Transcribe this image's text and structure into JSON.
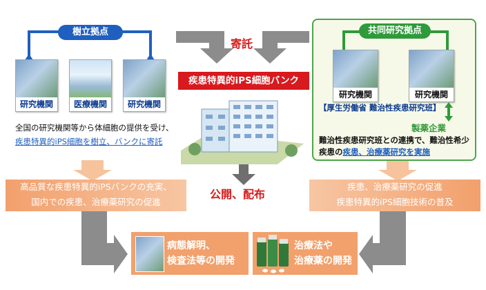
{
  "left": {
    "header": "樹立拠点",
    "cards": [
      "研究機関",
      "医療機関",
      "研究機関"
    ],
    "desc_line1": "全国の研究機関等から体細胞の提供を受け、",
    "desc_line2": "疾患特異的iPS細胞を樹立、バンクに寄託"
  },
  "center": {
    "deposit": "寄託",
    "bank": "疾患特異的iPS細胞バンク",
    "distribute": "公開、配布"
  },
  "right": {
    "header": "共同研究拠点",
    "cards": [
      "研究機関",
      "研究機関"
    ],
    "mhlw": "【厚生労働省 難治性疾患研究班】",
    "pharma": "製薬企業",
    "desc_line1": "難治性疾患研究班との連携で、難治性希少",
    "desc_line2a": "疾患の",
    "desc_line2b": "疾患、治療薬研究を実施"
  },
  "bands": {
    "left_line1": "高品質な疾患特異的iPSバンクの充実、",
    "left_line2": "国内での疾患、治療薬研究の促進",
    "right_line1": "疾患、治療薬研究の促進",
    "right_line2": "疾患特異的iPS細胞技術の普及"
  },
  "results": {
    "left_line1": "病態解明、",
    "left_line2": "検査法等の開発",
    "right_line1": "治療法や",
    "right_line2": "治療薬の開発"
  }
}
